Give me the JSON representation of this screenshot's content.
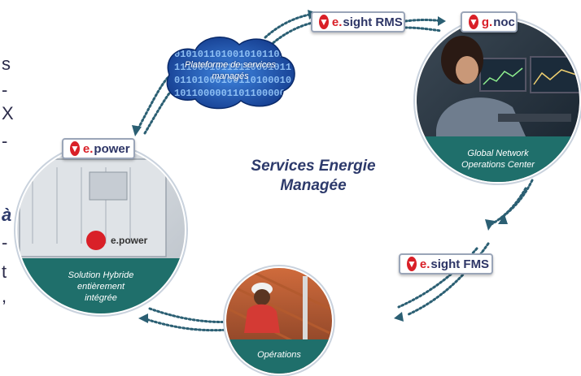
{
  "center_title": [
    "Services Energie",
    "Managée"
  ],
  "left_fragments": [
    "s",
    "-",
    "X",
    "-",
    "à",
    "-",
    "t",
    ","
  ],
  "badges": {
    "rms": {
      "prefix": "e.",
      "name": "sight RMS"
    },
    "gnoc": {
      "prefix": "g.",
      "name": "noc"
    },
    "epower": {
      "prefix": "e.",
      "name": "power"
    },
    "fms": {
      "prefix": "e.",
      "name": "sight FMS"
    }
  },
  "cloud_label": "Plateforme de services managés",
  "cloud_digits": [
    "0101011010",
    "1110001011",
    "0110100010",
    "1011000001"
  ],
  "nodes": {
    "noc": {
      "caption": [
        "Global Network",
        "Operations Center"
      ]
    },
    "power": {
      "caption": [
        "Solution Hybride",
        "entièrement",
        "intégrée"
      ],
      "machine_logo": "e.power"
    },
    "ops": {
      "caption": [
        "Opérations"
      ]
    }
  },
  "colors": {
    "teal": "#1f6f6b",
    "brand_red": "#d92028",
    "navy": "#2d3566",
    "dots": "#2b5f73"
  }
}
